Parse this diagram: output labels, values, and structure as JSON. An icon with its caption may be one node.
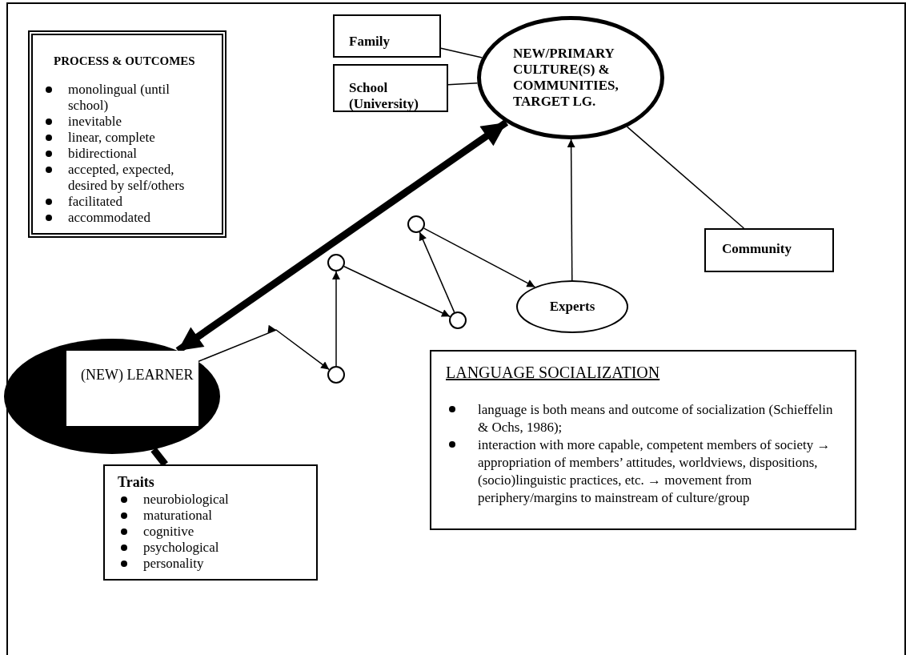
{
  "diagram": {
    "nodes": [
      {
        "text": [
          "PROCESS & OUTCOMES",
          "monolingual (until school)",
          "inevitable",
          "linear, complete",
          "bidirectional",
          "accepted, expected, desired by self/others",
          "facilitated",
          "accommodated"
        ]
      },
      {
        "text": [
          "Family"
        ]
      },
      {
        "text": [
          "School (University)"
        ]
      },
      {
        "text": [
          "NEW/PRIMARY CULTURE(S) & COMMUNITIES, TARGET LG."
        ]
      },
      {
        "text": [
          "Community"
        ]
      },
      {
        "text": [
          "(NEW) LEARNER"
        ]
      },
      {
        "text": [],
        "shape": "circle"
      },
      {
        "text": [],
        "shape": "circle"
      },
      {
        "text": [],
        "shape": "circle"
      },
      {
        "text": [],
        "shape": "circle"
      },
      {
        "text": [
          "Experts"
        ]
      },
      {
        "text": [
          "Traits",
          "neurobiological",
          "maturational",
          "cognitive",
          "psychological",
          "personality"
        ]
      },
      {
        "text": [
          "LANGUAGE SOCIALIZATION",
          "language is both means and outcome of socialization (Schieffelin & Ochs, 1986);",
          "interaction with more capable, competent members of society → appropriation of members’ attitudes, worldviews, dispositions, (socio)linguistic practices, etc. → movement from periphery/margins to mainstream of culture/group"
        ]
      }
    ],
    "edges": [
      {
        "from": 1,
        "to": 3,
        "arrow": "none"
      },
      {
        "from": 2,
        "to": 3,
        "arrow": "none"
      },
      {
        "from": 3,
        "to": 4,
        "arrow": "none"
      },
      {
        "from": 3,
        "to": 5,
        "arrow": "both",
        "style": "thick"
      },
      {
        "from": 5,
        "to": 7,
        "arrow": "to"
      },
      {
        "from": 7,
        "to": 6,
        "arrow": "to"
      },
      {
        "from": 6,
        "to": 9,
        "arrow": "to"
      },
      {
        "from": 9,
        "to": 8,
        "arrow": "to"
      },
      {
        "from": 8,
        "to": 10,
        "arrow": "to"
      },
      {
        "from": 10,
        "to": 3,
        "arrow": "to"
      },
      {
        "from": 5,
        "to": 11,
        "arrow": "none",
        "style": "thick"
      }
    ]
  }
}
